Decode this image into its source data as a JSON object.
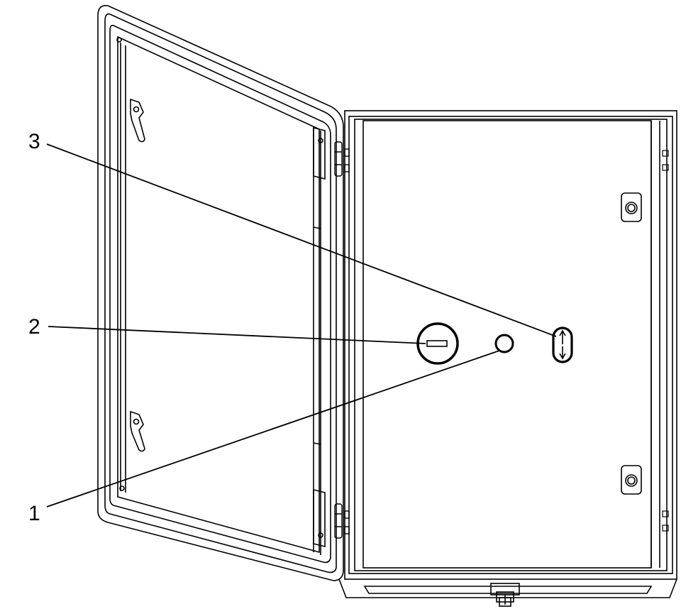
{
  "figure": {
    "background": "#ffffff",
    "line_color": "#000000"
  },
  "callouts": [
    {
      "label": "1",
      "target": "indicator-lamp"
    },
    {
      "label": "2",
      "target": "door-lock"
    },
    {
      "label": "3",
      "target": "slot-opening-with-arrows"
    }
  ]
}
